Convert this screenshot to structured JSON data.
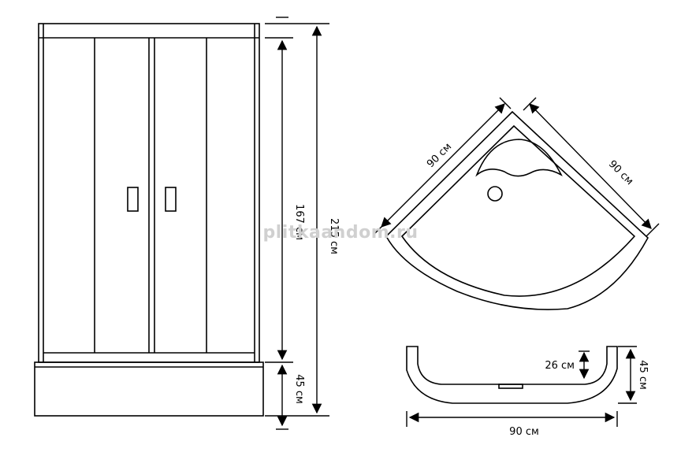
{
  "watermark": "plitkaandom.ru",
  "front_view": {
    "height_total": "215 см",
    "height_doors": "167 см",
    "height_tray": "45 см"
  },
  "top_view": {
    "side_a": "90 см",
    "side_b": "90 см"
  },
  "tray_view": {
    "inner_depth": "26 см",
    "height": "45 см",
    "width": "90 см"
  }
}
